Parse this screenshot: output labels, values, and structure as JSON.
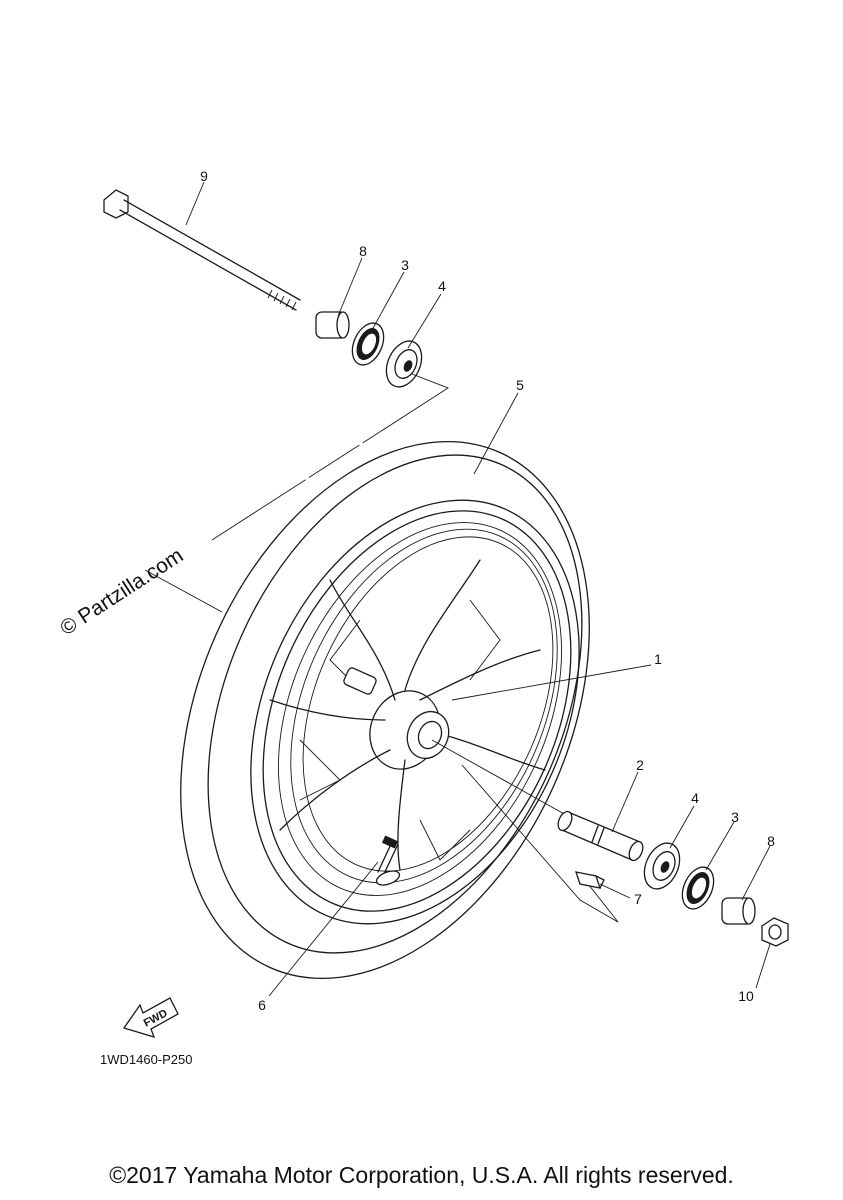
{
  "diagram": {
    "part_code": "1WD1460-P250",
    "watermark": "© Partzilla.com",
    "fwd_label": "FWD",
    "callouts": {
      "c1": "1",
      "c2": "2",
      "c3a": "3",
      "c3b": "3",
      "c4a": "4",
      "c4b": "4",
      "c5": "5",
      "c6": "6",
      "c7": "7",
      "c8a": "8",
      "c8b": "8",
      "c9": "9",
      "c10": "10"
    }
  },
  "footer": {
    "copyright": "©2017 Yamaha Motor Corporation, U.S.A. All rights reserved."
  }
}
